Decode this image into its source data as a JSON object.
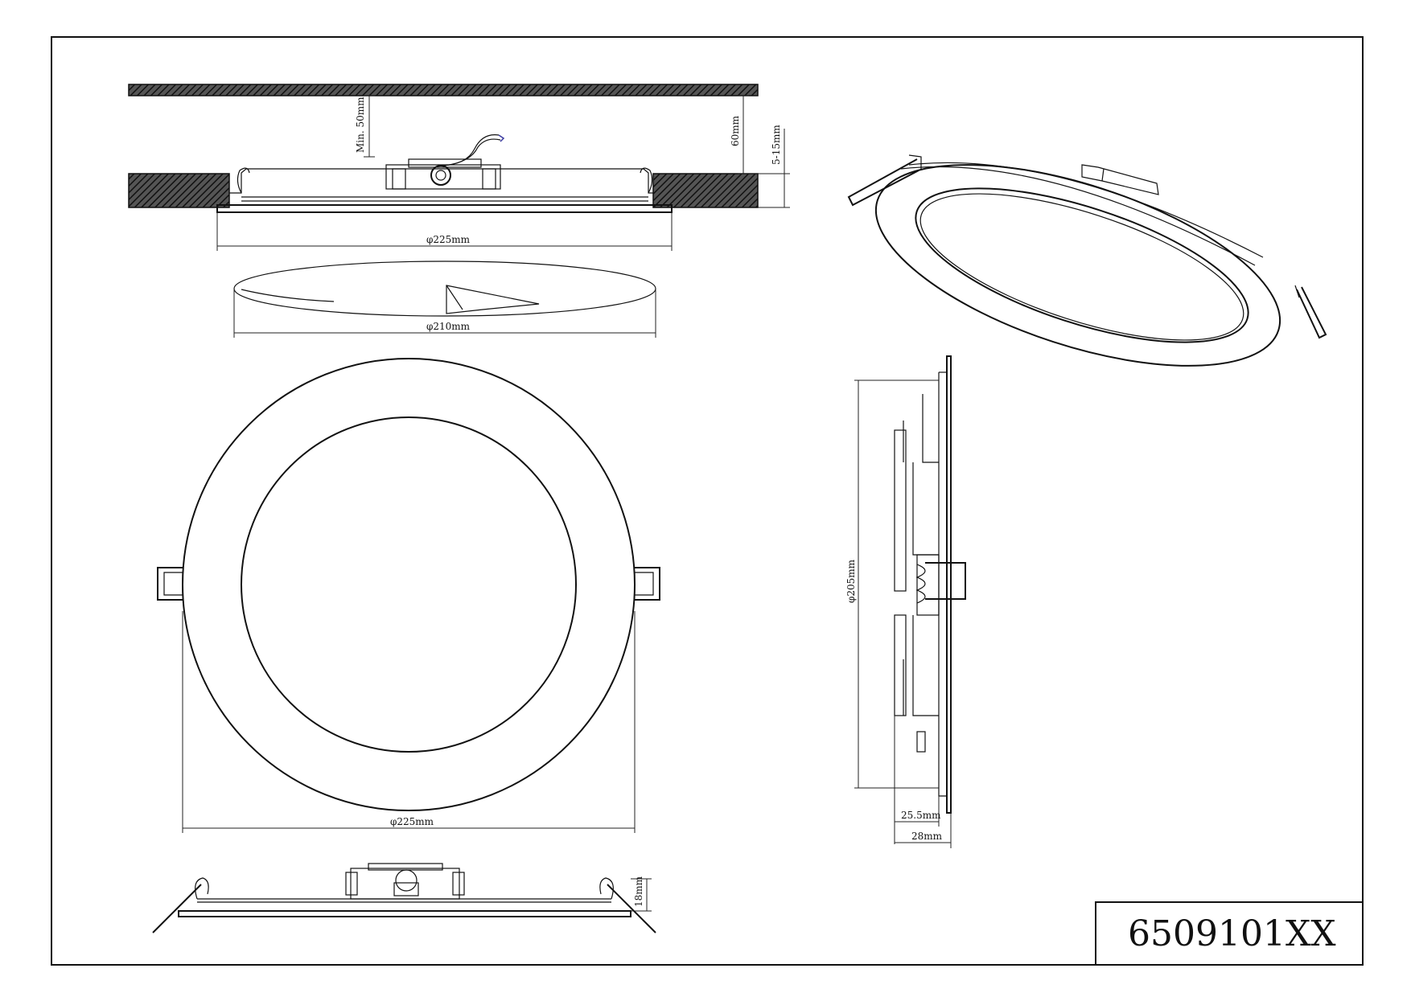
{
  "drawing": {
    "product_code": "6509101XX",
    "dimensions": {
      "min_clearance": "Min. 50mm",
      "cavity_depth": "60mm",
      "ceiling_thickness": "5-15mm",
      "outer_diameter_top": "φ225mm",
      "cutout_diameter": "φ210mm",
      "outer_diameter_front": "φ225mm",
      "side_diameter": "φ205mm",
      "body_depth": "25.5mm",
      "total_depth": "28mm",
      "profile_height": "18mm"
    }
  },
  "colors": {
    "line": "#111111",
    "background": "#ffffff"
  }
}
